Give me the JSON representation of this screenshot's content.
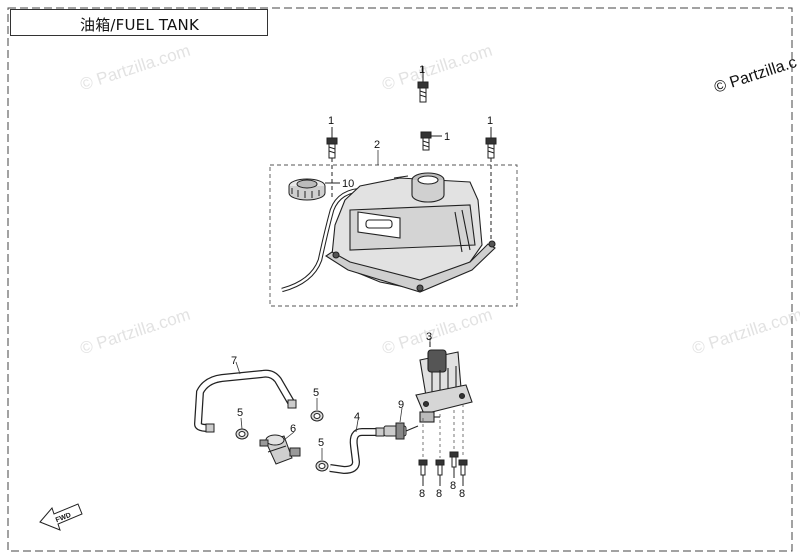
{
  "title": "油箱/FUEL TANK",
  "copyright": "© Partzilla.c",
  "watermark": "© Partzilla.com",
  "fwd_label": "FWD",
  "callouts": [
    "1",
    "1",
    "1",
    "1",
    "2",
    "10",
    "3",
    "7",
    "5",
    "5",
    "6",
    "5",
    "4",
    "9",
    "8",
    "8",
    "8",
    "8"
  ]
}
